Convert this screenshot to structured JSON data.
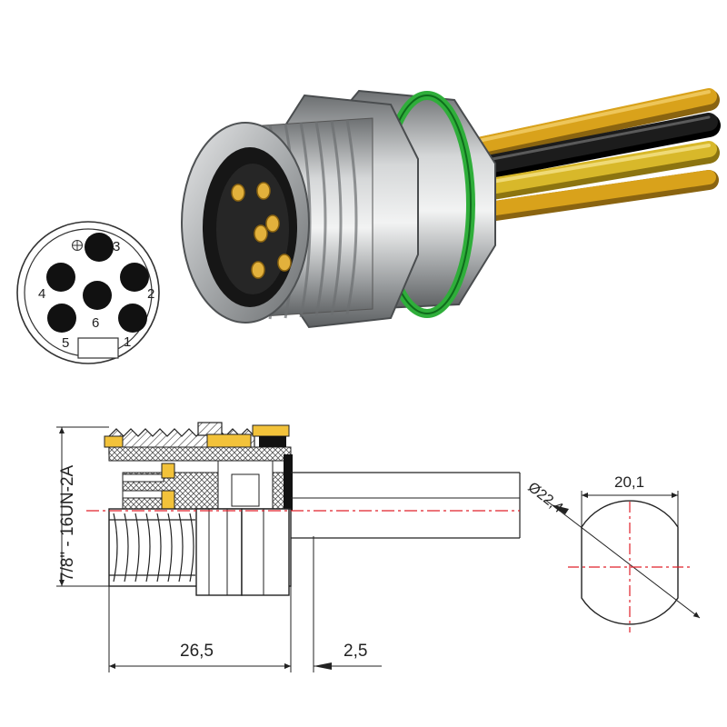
{
  "pinout": {
    "pins": [
      {
        "num": "1"
      },
      {
        "num": "2"
      },
      {
        "num": "3"
      },
      {
        "num": "4"
      },
      {
        "num": "5"
      },
      {
        "num": "6"
      }
    ]
  },
  "dimensions": {
    "thread": "7/8\" - 16UN-2A",
    "body_length": "26,5",
    "flange": "2,5",
    "diameter": "Ø22,4",
    "flat_width": "20,1"
  },
  "colors": {
    "wire_orange": "#d9a21b",
    "wire_black": "#1c1c1c",
    "wire_yellow": "#d8b82a",
    "gasket_green": "#2fae3a",
    "pin_gold": "#e2b13c",
    "brass": "#f2c23a",
    "center_line": "#e0202a"
  }
}
